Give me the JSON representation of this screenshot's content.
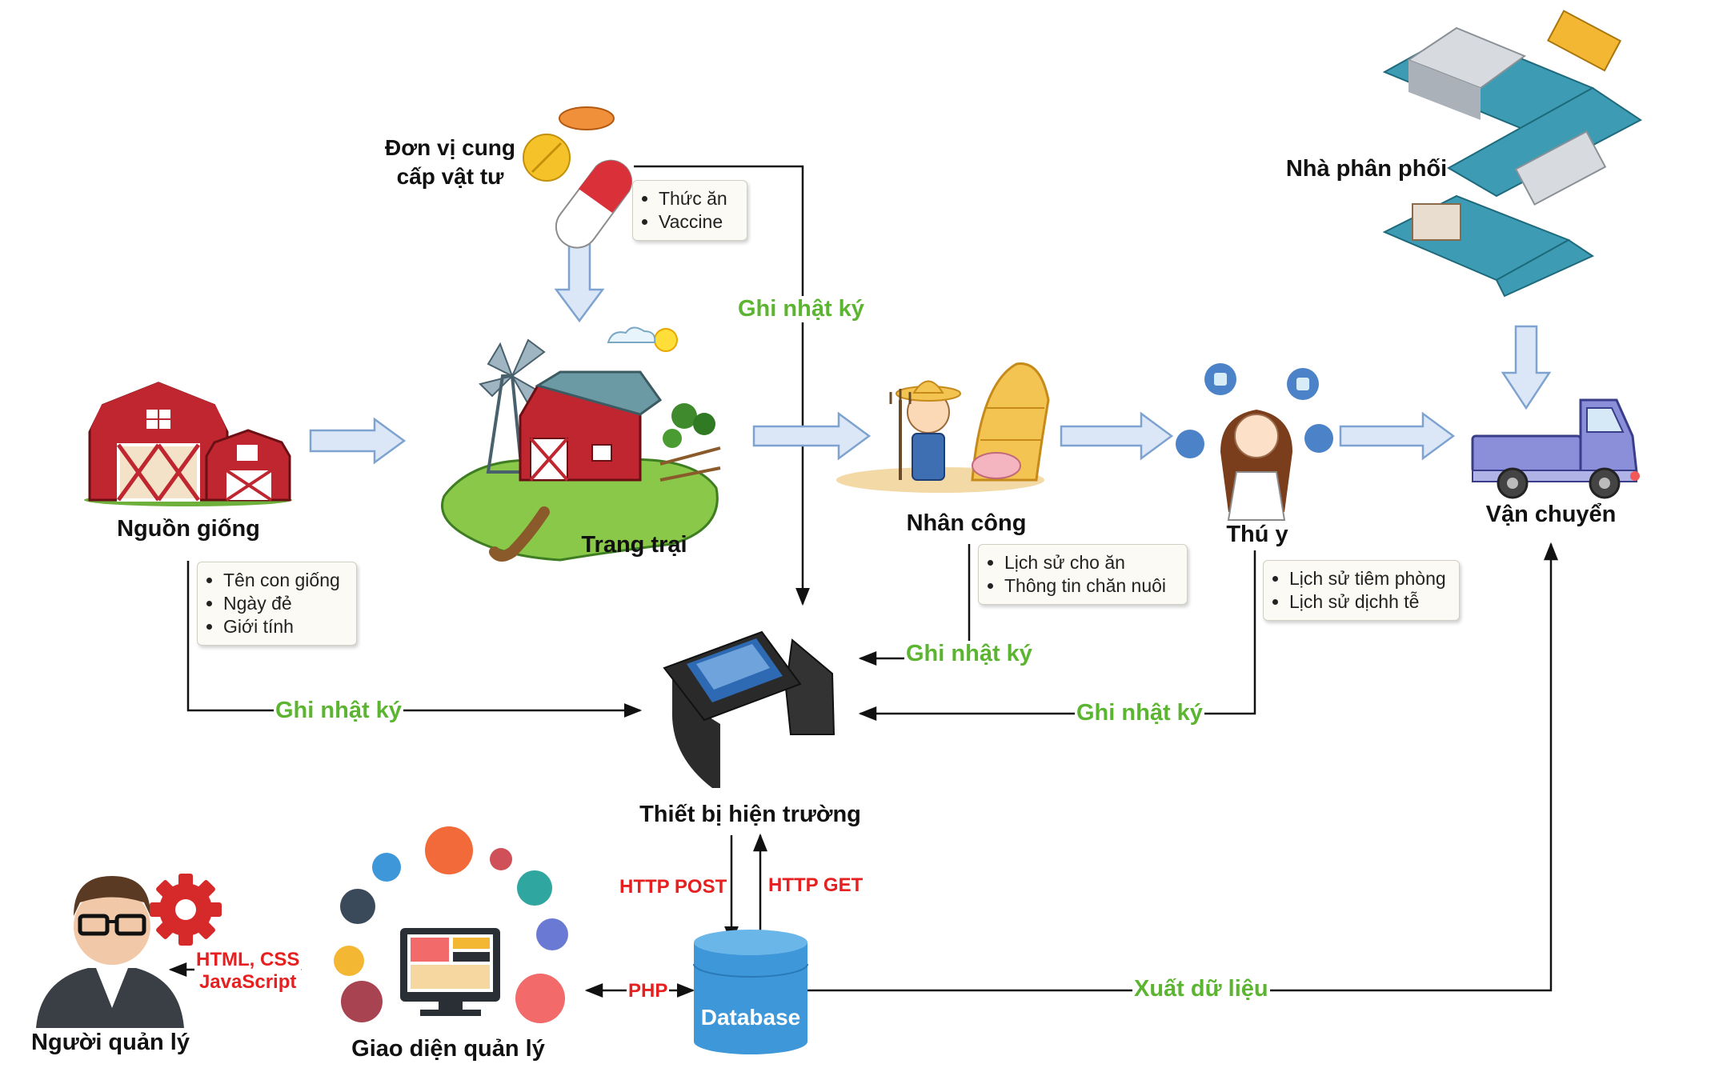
{
  "nodes": {
    "supplier": "Đơn vị cung\ncấp vật tư",
    "breeding_source": "Nguồn giống",
    "farm": "Trang trại",
    "labor": "Nhân công",
    "vet": "Thú y",
    "distributor": "Nhà phân phối",
    "transport": "Vận chuyển",
    "field_device": "Thiết bị hiện trường",
    "database": "Database",
    "admin_ui": "Giao diện quản lý",
    "manager": "Người quản lý"
  },
  "notes": {
    "supplier": [
      "Thức ăn",
      "Vaccine"
    ],
    "breeding_source": [
      "Tên con giống",
      "Ngày đẻ",
      "Giới tính"
    ],
    "labor": [
      "Lịch sử cho ăn",
      "Thông tin chăn nuôi"
    ],
    "vet": [
      "Lịch sử tiêm phòng",
      "Lịch sử dịchh tễ"
    ]
  },
  "edge_labels": {
    "log_supplier": "Ghi nhật ký",
    "log_labor": "Ghi nhật ký",
    "log_breeding": "Ghi nhật ký",
    "log_vet": "Ghi nhật ký",
    "http_post": "HTTP POST",
    "http_get": "HTTP GET",
    "php": "PHP",
    "web_stack_1": "HTML, CSS",
    "web_stack_2": "JavaScript",
    "export": "Xuất dữ liệu"
  },
  "colors": {
    "log_green": "#5cb531",
    "protocol_red": "#e62020",
    "block_arrow_fill": "#dbe7f7",
    "block_arrow_stroke": "#7ea3d0",
    "database_blue": "#3d97d8",
    "barn_red": "#c0262f",
    "truck_purple": "#8b8fd9"
  },
  "icons": [
    "barn-icon",
    "farm-icon",
    "pill-icon",
    "farmer-icon",
    "vet-icon",
    "warehouse-icon",
    "truck-icon",
    "scanner-icon",
    "database-icon",
    "dashboard-icon",
    "manager-icon",
    "gear-icon"
  ]
}
